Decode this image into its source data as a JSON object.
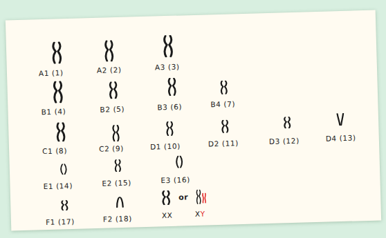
{
  "diagram": {
    "labels": [
      "A1 (1)",
      "A2 (2)",
      "A3 (3)",
      "B1 (4)",
      "B2 (5)",
      "B3 (6)",
      "B4 (7)",
      "C1 (8)",
      "C2 (9)",
      "D1 (10)",
      "D2 (11)",
      "D3 (12)",
      "D4 (13)",
      "E1 (14)",
      "E2 (15)",
      "E3 (16)",
      "F1 (17)",
      "F2 (18)",
      "or",
      "XX",
      "XY"
    ]
  }
}
